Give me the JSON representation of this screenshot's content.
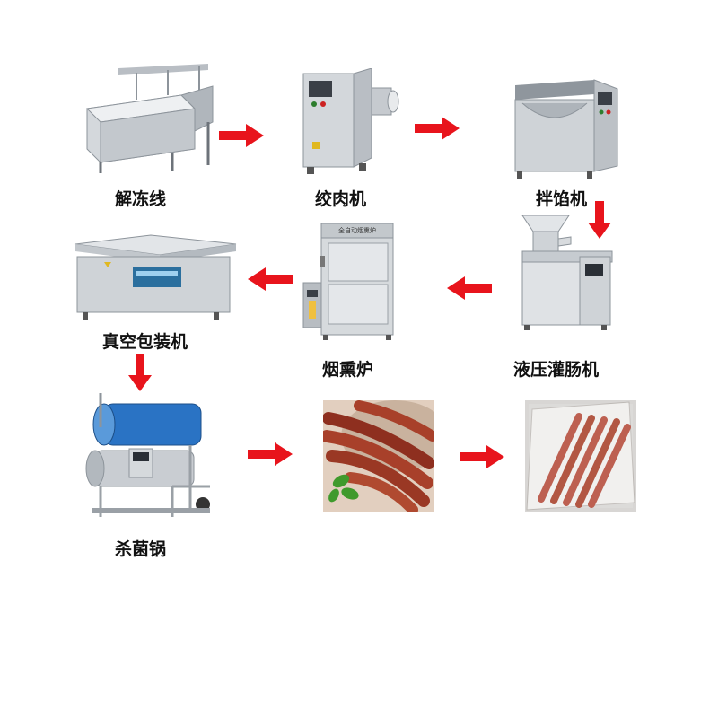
{
  "nodes": [
    {
      "id": "thawing_line",
      "label": "解冻线"
    },
    {
      "id": "meat_grinder",
      "label": "绞肉机"
    },
    {
      "id": "stuffing_mixer",
      "label": "拌馅机"
    },
    {
      "id": "hydraulic_filler",
      "label": "液压灌肠机"
    },
    {
      "id": "smokehouse",
      "label": "烟熏炉",
      "panel_text": "全自动烟熏炉"
    },
    {
      "id": "vacuum_packer",
      "label": "真空包装机"
    },
    {
      "id": "sterilizer",
      "label": "杀菌锅"
    },
    {
      "id": "sausages",
      "label": ""
    },
    {
      "id": "packed_sausages",
      "label": ""
    }
  ],
  "edges": [
    {
      "from": "thawing_line",
      "to": "meat_grinder",
      "direction": "right"
    },
    {
      "from": "meat_grinder",
      "to": "stuffing_mixer",
      "direction": "right"
    },
    {
      "from": "stuffing_mixer",
      "to": "hydraulic_filler",
      "direction": "down"
    },
    {
      "from": "hydraulic_filler",
      "to": "smokehouse",
      "direction": "left"
    },
    {
      "from": "smokehouse",
      "to": "vacuum_packer",
      "direction": "left"
    },
    {
      "from": "vacuum_packer",
      "to": "sterilizer",
      "direction": "down"
    },
    {
      "from": "sterilizer",
      "to": "sausages",
      "direction": "right"
    },
    {
      "from": "sausages",
      "to": "packed_sausages",
      "direction": "right"
    }
  ],
  "colors": {
    "arrow": "#e8141c",
    "steel": "#c9cdd2",
    "steel_dark": "#8d949b",
    "text": "#111111",
    "sausage": "#a8402a",
    "blue_tank": "#2a73c4"
  }
}
